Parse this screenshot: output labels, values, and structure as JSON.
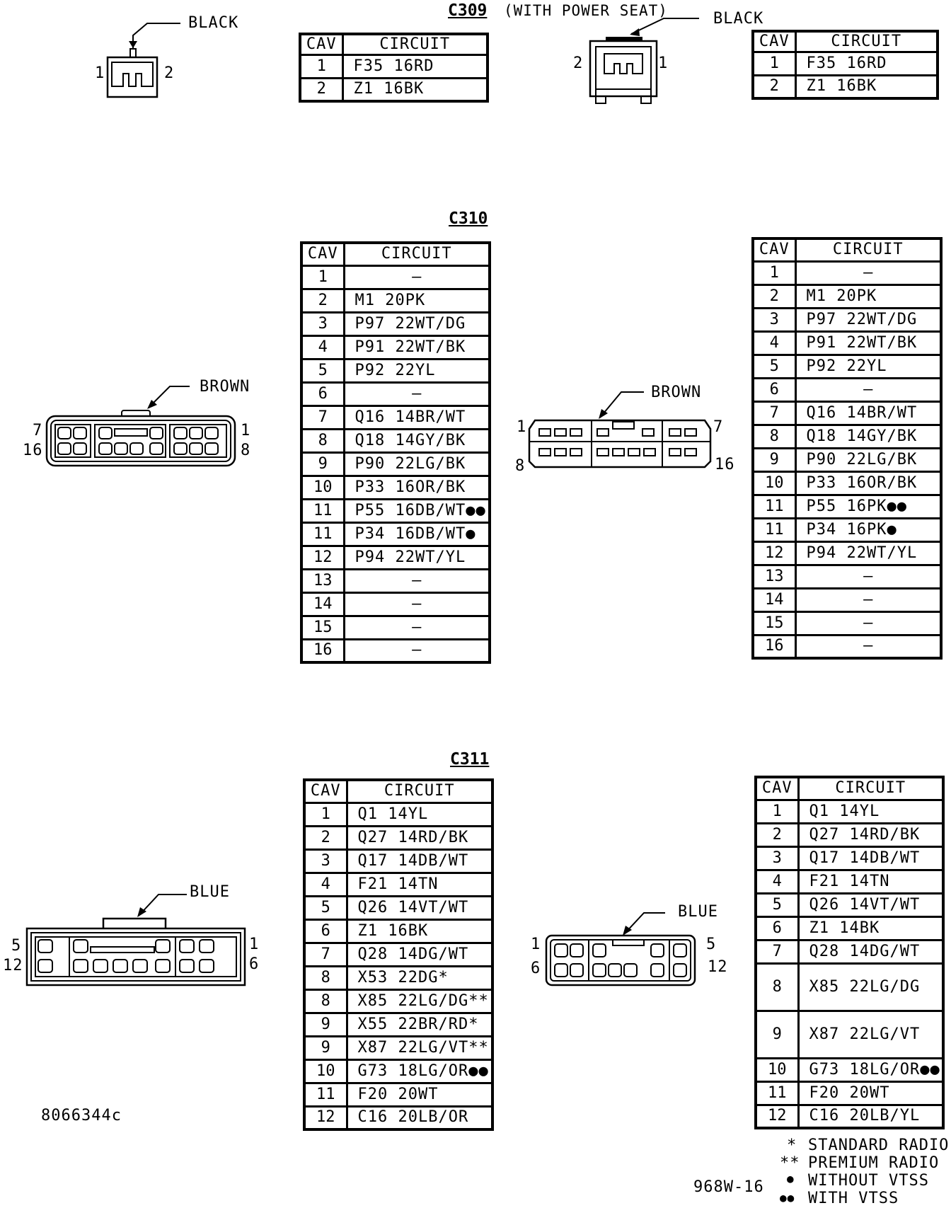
{
  "c309": {
    "title": "C309",
    "subtitle": "(WITH POWER SEAT)",
    "left_connector": {
      "color": "BLACK",
      "pins": [
        "1",
        "2"
      ]
    },
    "right_connector": {
      "color": "BLACK",
      "pins": [
        "2",
        "1"
      ]
    },
    "left_table": {
      "headers": [
        "CAV",
        "CIRCUIT"
      ],
      "rows": [
        [
          "1",
          "F35 16RD"
        ],
        [
          "2",
          "Z1 16BK"
        ]
      ]
    },
    "right_table": {
      "headers": [
        "CAV",
        "CIRCUIT"
      ],
      "rows": [
        [
          "1",
          "F35 16RD"
        ],
        [
          "2",
          "Z1 16BK"
        ]
      ]
    }
  },
  "c310": {
    "title": "C310",
    "left_connector": {
      "color": "BROWN",
      "pins": [
        "7",
        "1",
        "16",
        "8"
      ]
    },
    "right_connector": {
      "color": "BROWN",
      "pins": [
        "1",
        "7",
        "8",
        "16"
      ]
    },
    "left_table": {
      "headers": [
        "CAV",
        "CIRCUIT"
      ],
      "rows": [
        [
          "1",
          "–"
        ],
        [
          "2",
          "M1 20PK"
        ],
        [
          "3",
          "P97 22WT/DG"
        ],
        [
          "4",
          "P91 22WT/BK"
        ],
        [
          "5",
          "P92 22YL"
        ],
        [
          "6",
          "–"
        ],
        [
          "7",
          "Q16 14BR/WT"
        ],
        [
          "8",
          "Q18 14GY/BK"
        ],
        [
          "9",
          "P90 22LG/BK"
        ],
        [
          "10",
          "P33 16OR/BK"
        ],
        [
          "11",
          "P55 16DB/WT●●"
        ],
        [
          "11",
          "P34 16DB/WT●"
        ],
        [
          "12",
          "P94 22WT/YL"
        ],
        [
          "13",
          "–"
        ],
        [
          "14",
          "–"
        ],
        [
          "15",
          "–"
        ],
        [
          "16",
          "–"
        ]
      ]
    },
    "right_table": {
      "headers": [
        "CAV",
        "CIRCUIT"
      ],
      "rows": [
        [
          "1",
          "–"
        ],
        [
          "2",
          "M1 20PK"
        ],
        [
          "3",
          "P97 22WT/DG"
        ],
        [
          "4",
          "P91 22WT/BK"
        ],
        [
          "5",
          "P92 22YL"
        ],
        [
          "6",
          "–"
        ],
        [
          "7",
          "Q16 14BR/WT"
        ],
        [
          "8",
          "Q18 14GY/BK"
        ],
        [
          "9",
          "P90 22LG/BK"
        ],
        [
          "10",
          "P33 16OR/BK"
        ],
        [
          "11",
          "P55 16PK●●"
        ],
        [
          "11",
          "P34 16PK●"
        ],
        [
          "12",
          "P94 22WT/YL"
        ],
        [
          "13",
          "–"
        ],
        [
          "14",
          "–"
        ],
        [
          "15",
          "–"
        ],
        [
          "16",
          "–"
        ]
      ]
    }
  },
  "c311": {
    "title": "C311",
    "left_connector": {
      "color": "BLUE",
      "pins": [
        "5",
        "1",
        "12",
        "6"
      ]
    },
    "right_connector": {
      "color": "BLUE",
      "pins": [
        "1",
        "5",
        "6",
        "12"
      ]
    },
    "left_table": {
      "headers": [
        "CAV",
        "CIRCUIT"
      ],
      "rows": [
        [
          "1",
          "Q1 14YL"
        ],
        [
          "2",
          "Q27 14RD/BK"
        ],
        [
          "3",
          "Q17 14DB/WT"
        ],
        [
          "4",
          "F21 14TN"
        ],
        [
          "5",
          "Q26 14VT/WT"
        ],
        [
          "6",
          "Z1 16BK"
        ],
        [
          "7",
          "Q28 14DG/WT"
        ],
        [
          "8",
          "X53 22DG*"
        ],
        [
          "8",
          "X85 22LG/DG**"
        ],
        [
          "9",
          "X55 22BR/RD*"
        ],
        [
          "9",
          "X87 22LG/VT**"
        ],
        [
          "10",
          "G73 18LG/OR●●"
        ],
        [
          "11",
          "F20 20WT"
        ],
        [
          "12",
          "C16 20LB/OR"
        ]
      ]
    },
    "right_table": {
      "headers": [
        "CAV",
        "CIRCUIT"
      ],
      "rows": [
        [
          "1",
          "Q1 14YL"
        ],
        [
          "2",
          "Q27 14RD/BK"
        ],
        [
          "3",
          "Q17 14DB/WT"
        ],
        [
          "4",
          "F21 14TN"
        ],
        [
          "5",
          "Q26 14VT/WT"
        ],
        [
          "6",
          "Z1 14BK"
        ],
        [
          "7",
          "Q28 14DG/WT"
        ],
        [
          "8",
          "X85 22LG/DG"
        ],
        [
          "9",
          "X87 22LG/VT"
        ],
        [
          "10",
          "G73 18LG/OR●●"
        ],
        [
          "11",
          "F20 20WT"
        ],
        [
          "12",
          "C16 20LB/YL"
        ]
      ]
    }
  },
  "figure_ids": {
    "left": "8066344c",
    "right": "968W-16"
  },
  "legend": [
    {
      "symbol": "*",
      "label": "STANDARD RADIO"
    },
    {
      "symbol": "**",
      "label": "PREMIUM RADIO"
    },
    {
      "symbol": "●",
      "label": "WITHOUT VTSS"
    },
    {
      "symbol": "●●",
      "label": "WITH VTSS"
    }
  ]
}
